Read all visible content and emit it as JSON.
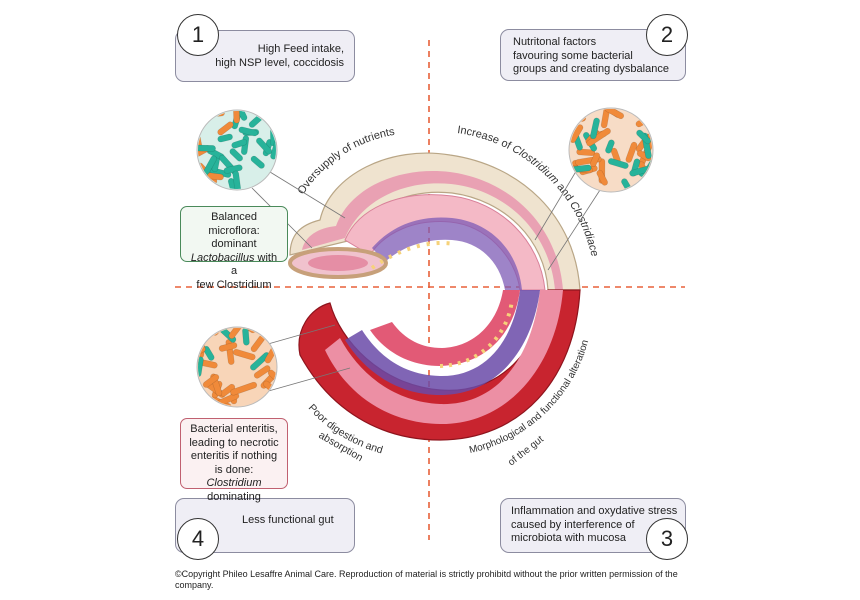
{
  "boxes": {
    "b1": {
      "number": "1",
      "text": "High Feed intake,\nhigh NSP level, coccidosis"
    },
    "b2": {
      "number": "2",
      "text": "Nutritonal factors\nfavouring some bacterial\ngroups and creating dysbalance"
    },
    "b3": {
      "number": "3",
      "text": "Inflammation and oxydative stress\ncaused by interference of\nmicrobiota with mucosa"
    },
    "b4": {
      "number": "4",
      "text": "Less functional gut"
    }
  },
  "notes": {
    "balanced": {
      "line1": "Balanced microflora:",
      "line2": "dominant",
      "italic": "Lactobacillus",
      "after": " with a",
      "line4": "few Clostridium"
    },
    "enteritis": {
      "line1": "Bacterial enteritis,",
      "line2": "leading to necrotic",
      "line3": "enteritis if nothing",
      "line4a": "is done: ",
      "italic": "Clostridium",
      "line5": "dominating"
    }
  },
  "arc_labels": {
    "oversupply": "Oversupply of nutrients",
    "increase_a": "Increase of ",
    "increase_b": "Clostridium",
    "increase_c": " and ",
    "increase_d": "Clostridiaceae",
    "morph_1": "Morphological and functional alteration",
    "morph_2": "of the gut",
    "poor_1": "Poor digestion and",
    "poor_2": "absorption"
  },
  "colors": {
    "divider": "#e8603a",
    "lacto": "#27b39a",
    "clostridium": "#f08a3a",
    "gut_outer": "#c8242f",
    "gut_pink": "#ec8fa4",
    "gut_purple": "#6a4aa8"
  },
  "copyright": "©Copyright Phileo Lesaffre Animal Care. Reproduction of material is strictly prohibitd without the prior written permission of the company."
}
